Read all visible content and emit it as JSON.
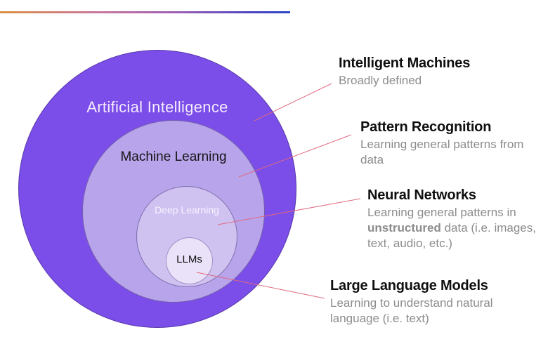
{
  "page": {
    "background": "#ffffff",
    "accent_line_colors": [
      "#DD9143",
      "#C9769B",
      "#9A5DB4",
      "#2945C9"
    ],
    "connector_color": "#E0697E"
  },
  "venn": {
    "circles": [
      {
        "id": "artificial-intelligence",
        "label": "Artificial Intelligence",
        "fill": "#7B4DE9",
        "label_color": "#F5ECFC"
      },
      {
        "id": "machine-learning",
        "label": "Machine Learning",
        "fill": "#B7A4EB",
        "label_color": "#161616"
      },
      {
        "id": "deep-learning",
        "label": "Deep Learning",
        "fill": "#CFC2F1",
        "label_color": "#F8F3FF"
      },
      {
        "id": "llms",
        "label": "LLMs",
        "fill": "#EAE2F9",
        "label_color": "#101010"
      }
    ]
  },
  "annotations": [
    {
      "title": "Intelligent Machines",
      "description": "Broadly defined"
    },
    {
      "title": "Pattern Recognition",
      "description": "Learning general patterns from\ndata"
    },
    {
      "title": "Neural Networks",
      "description_before": "Learning general patterns in\n",
      "description_bold": "unstructured",
      "description_after": " data (i.e. images,\ntext, audio, etc.)"
    },
    {
      "title": "Large Language Models",
      "description": "Learning to understand natural\nlanguage (i.e. text)"
    }
  ]
}
